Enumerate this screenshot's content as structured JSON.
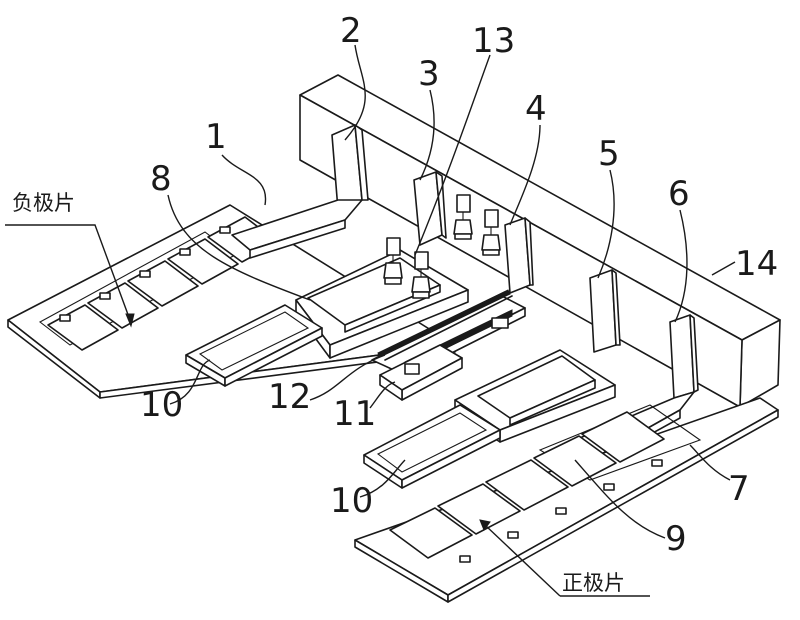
{
  "figure": {
    "labels": {
      "l1": "1",
      "l2": "2",
      "l3": "3",
      "l13": "13",
      "l4": "4",
      "l5": "5",
      "l6": "6",
      "l8": "8",
      "l14": "14",
      "l10a": "10",
      "l10b": "10",
      "l12": "12",
      "l11": "11",
      "l7": "7",
      "l9": "9"
    },
    "text_labels": {
      "negative_plate": "负极片",
      "positive_plate": "正极片"
    }
  }
}
